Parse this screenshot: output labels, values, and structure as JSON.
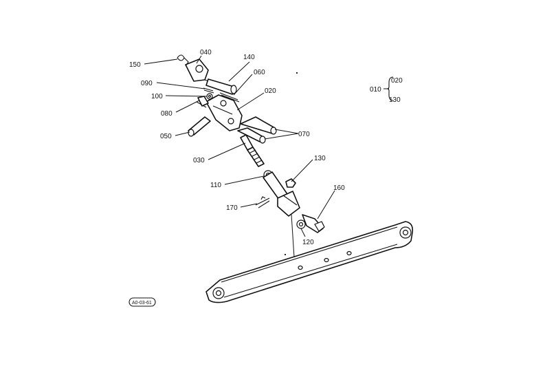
{
  "labels": {
    "p150": "150",
    "p040": "040",
    "p140": "140",
    "p060": "060",
    "p090": "090",
    "p100": "100",
    "p020": "020",
    "p080": "080",
    "p050": "050",
    "p070": "070",
    "p030": "030",
    "p130": "130",
    "p110": "110",
    "p160": "160",
    "p170": "170",
    "p120": "120"
  },
  "legend": {
    "parent": "010",
    "child_a": "020",
    "child_b": "130"
  },
  "stamp": "A0-03-61"
}
